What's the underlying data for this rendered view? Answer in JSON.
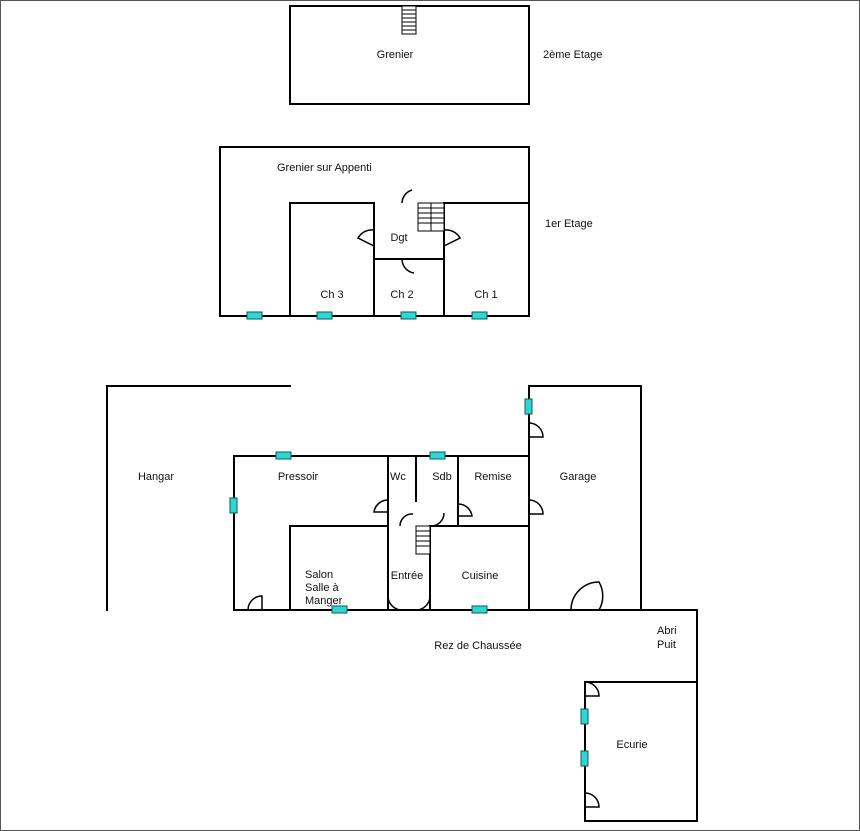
{
  "floors": {
    "top": "2ème Etage",
    "first": "1er Etage",
    "ground": "Rez de Chaussée"
  },
  "rooms": {
    "grenier": "Grenier",
    "grenier_appenti": "Grenier sur Appenti",
    "dgt": "Dgt",
    "ch3": "Ch 3",
    "ch2": "Ch 2",
    "ch1": "Ch 1",
    "hangar": "Hangar",
    "pressoir": "Pressoir",
    "wc": "Wc",
    "sdb": "Sdb",
    "remise": "Remise",
    "garage": "Garage",
    "salon_l1": "Salon",
    "salon_l2": "Salle à",
    "salon_l3": "Manger",
    "entree": "Entrée",
    "cuisine": "Cuisine",
    "abri_l1": "Abri",
    "abri_l2": "Puit",
    "ecurie": "Ecurie"
  },
  "colors": {
    "wall": "#000000",
    "window": "#2fd6d2",
    "border": "#555555"
  }
}
